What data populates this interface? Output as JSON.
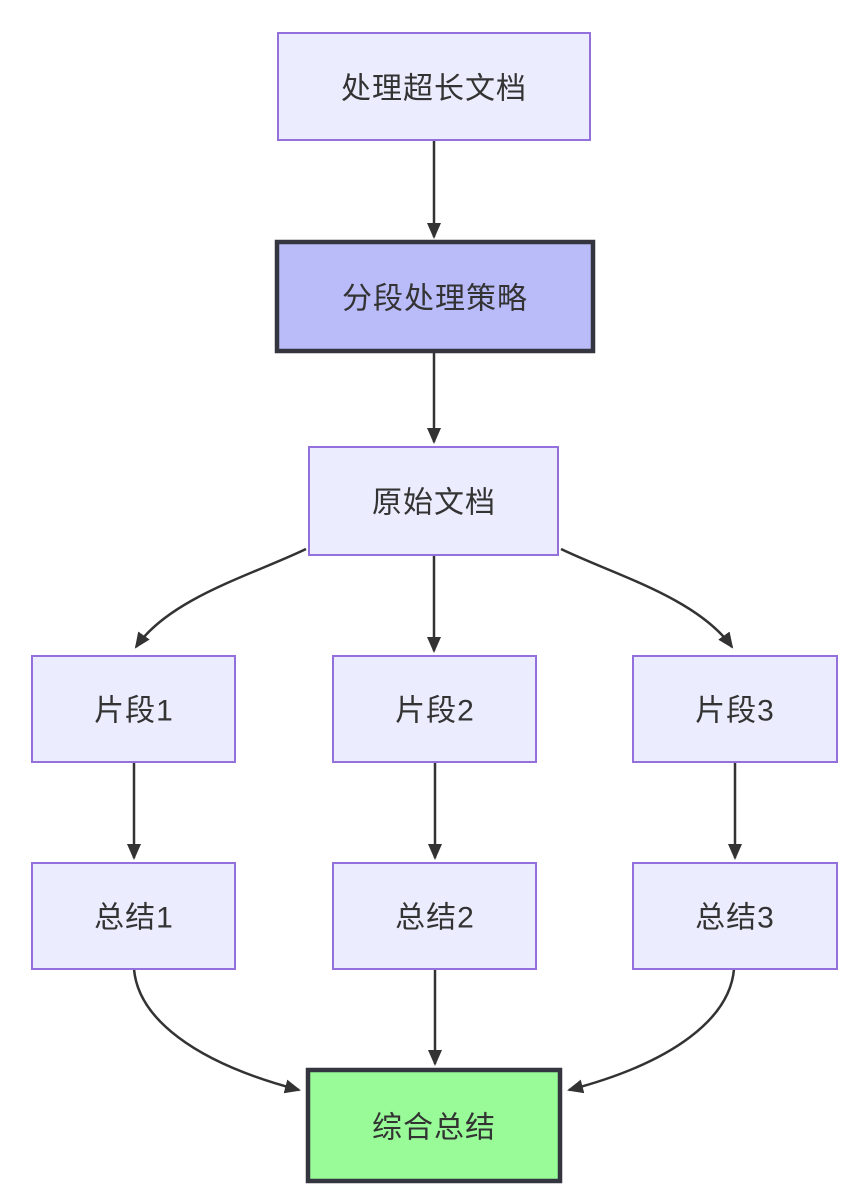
{
  "diagram": {
    "type": "flowchart",
    "direction": "top-down",
    "background": "#ffffff",
    "edge_color": "#333333",
    "text_color": "#333333",
    "nodes": [
      {
        "id": "start",
        "label": "处理超长文档",
        "fill": "#ECECFF",
        "stroke": "#9370DB"
      },
      {
        "id": "strategy",
        "label": "分段处理策略",
        "fill": "#B9BCF8",
        "stroke": "#35353F"
      },
      {
        "id": "doc",
        "label": "原始文档",
        "fill": "#ECECFF",
        "stroke": "#9370DB"
      },
      {
        "id": "chunk1",
        "label": "片段1",
        "fill": "#ECECFF",
        "stroke": "#9370DB"
      },
      {
        "id": "chunk2",
        "label": "片段2",
        "fill": "#ECECFF",
        "stroke": "#9370DB"
      },
      {
        "id": "chunk3",
        "label": "片段3",
        "fill": "#ECECFF",
        "stroke": "#9370DB"
      },
      {
        "id": "summary1",
        "label": "总结1",
        "fill": "#ECECFF",
        "stroke": "#9370DB"
      },
      {
        "id": "summary2",
        "label": "总结2",
        "fill": "#ECECFF",
        "stroke": "#9370DB"
      },
      {
        "id": "summary3",
        "label": "总结3",
        "fill": "#ECECFF",
        "stroke": "#9370DB"
      },
      {
        "id": "final",
        "label": "综合总结",
        "fill": "#98FB98",
        "stroke": "#35353F"
      }
    ],
    "edges": [
      {
        "from": "处理超长文档",
        "to": "分段处理策略"
      },
      {
        "from": "分段处理策略",
        "to": "原始文档"
      },
      {
        "from": "原始文档",
        "to": "片段1"
      },
      {
        "from": "原始文档",
        "to": "片段2"
      },
      {
        "from": "原始文档",
        "to": "片段3"
      },
      {
        "from": "片段1",
        "to": "总结1"
      },
      {
        "from": "片段2",
        "to": "总结2"
      },
      {
        "from": "片段3",
        "to": "总结3"
      },
      {
        "from": "总结1",
        "to": "综合总结"
      },
      {
        "from": "总结2",
        "to": "综合总结"
      },
      {
        "from": "总结3",
        "to": "综合总结"
      }
    ]
  }
}
